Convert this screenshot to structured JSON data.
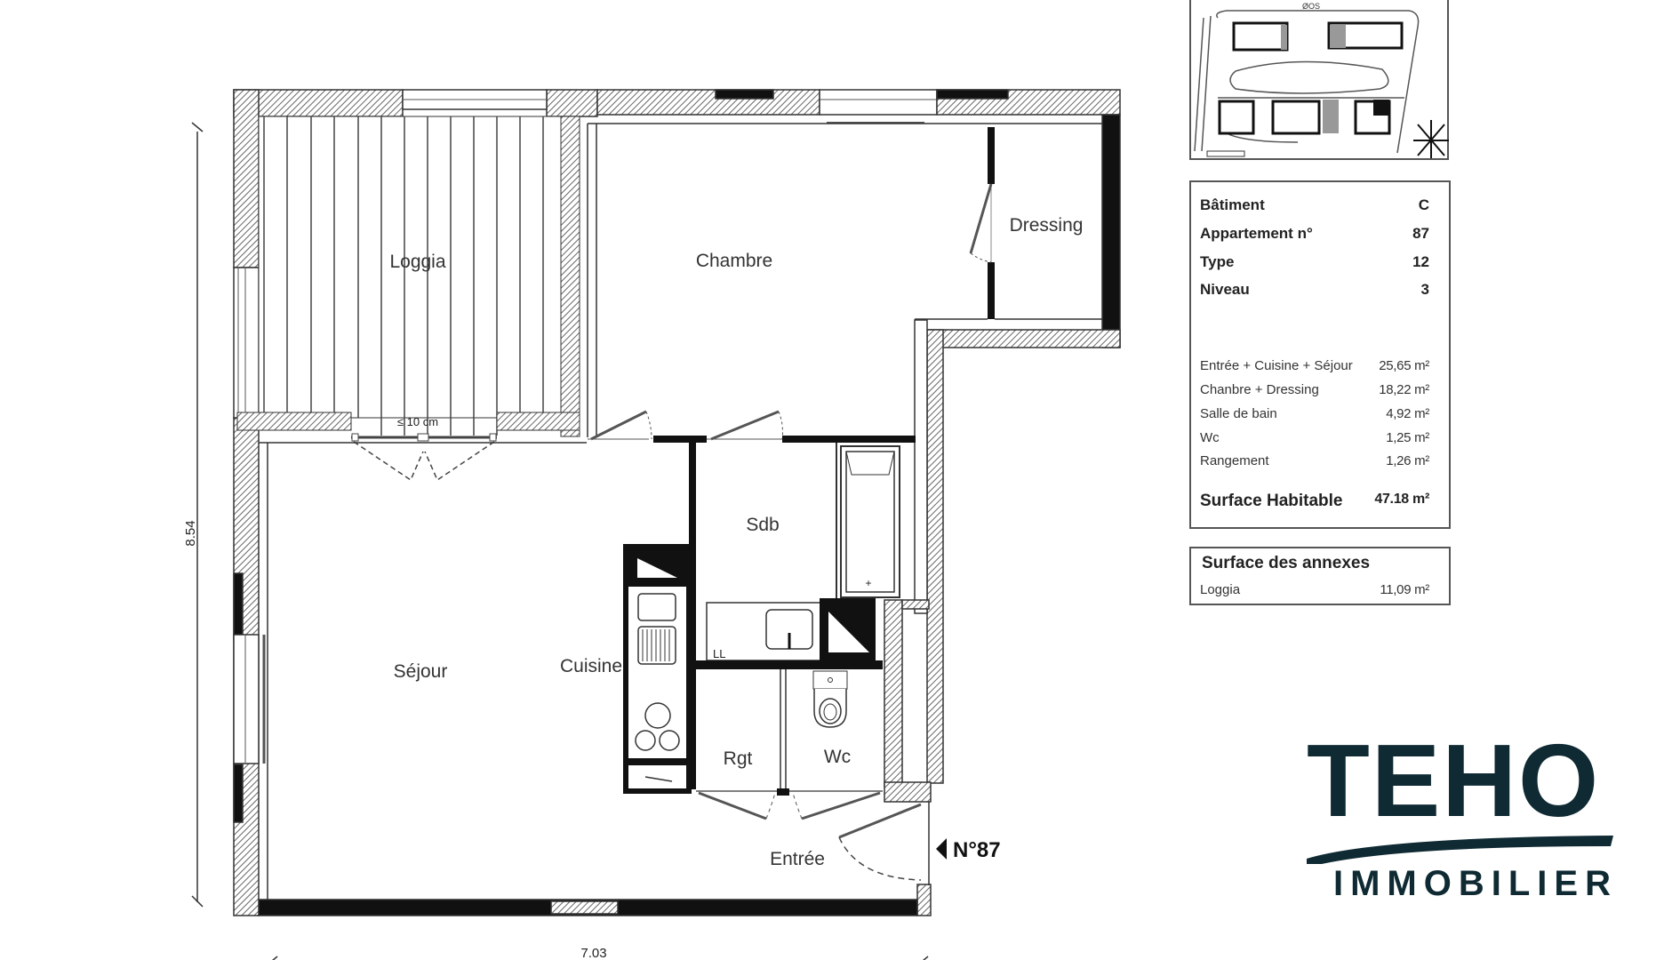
{
  "plan": {
    "rooms": {
      "loggia": "Loggia",
      "chambre": "Chambre",
      "dressing": "Dressing",
      "sdb": "Sdb",
      "sejour": "Séjour",
      "cuisine": "Cuisine",
      "rgt": "Rgt",
      "wc": "Wc",
      "entree": "Entrée"
    },
    "loggia_note": "≤ 10 cm",
    "ll_label": "LL",
    "dimension_height": "8.54",
    "dimension_width": "7.03",
    "entry_marker": "N°87"
  },
  "info": {
    "rows": [
      {
        "label": "Bâtiment",
        "value": "C"
      },
      {
        "label": "Appartement n°",
        "value": "87"
      },
      {
        "label": "Type",
        "value": "12"
      },
      {
        "label": "Niveau",
        "value": "3"
      }
    ],
    "areas": [
      {
        "label": "Entrée + Cuisine + Séjour",
        "value": "25,65 m²"
      },
      {
        "label": "Chanbre + Dressing",
        "value": "18,22 m²"
      },
      {
        "label": "Salle de bain",
        "value": "4,92 m²"
      },
      {
        "label": "Wc",
        "value": "1,25 m²"
      },
      {
        "label": "Rangement",
        "value": "1,26 m²"
      }
    ],
    "total": {
      "label": "Surface Habitable",
      "value": "47.18 m²"
    }
  },
  "annexes": {
    "title": "Surface des annexes",
    "rows": [
      {
        "label": "Loggia",
        "value": "11,09 m²"
      }
    ]
  },
  "site_plan": {
    "street_label": "ØOS"
  },
  "logo": {
    "name": "TEHO",
    "subtitle": "IMMOBILIER",
    "color": "#0f2a33"
  }
}
